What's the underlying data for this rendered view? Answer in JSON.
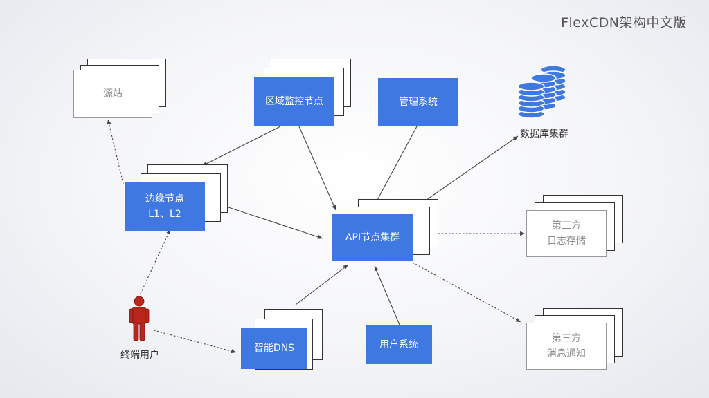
{
  "title": "FlexCDN架构中文版",
  "nodes": {
    "source": {
      "line1": "源站"
    },
    "monitor": {
      "line1": "区域监控节点"
    },
    "manage": {
      "line1": "管理系统"
    },
    "database": {
      "label": "数据库集群"
    },
    "edge": {
      "line1": "边缘节点",
      "line2": "L1、L2"
    },
    "api": {
      "line1": "API节点集群"
    },
    "log": {
      "line1": "第三方",
      "line2": "日志存储"
    },
    "msg": {
      "line1": "第三方",
      "line2": "消息通知"
    },
    "dns": {
      "line1": "智能DNS"
    },
    "usersys": {
      "line1": "用户系统"
    },
    "enduser": {
      "label": "终端用户"
    }
  },
  "colors": {
    "node_blue": "#3f78e0",
    "user_red": "#b8261e",
    "arrow": "#444444"
  }
}
